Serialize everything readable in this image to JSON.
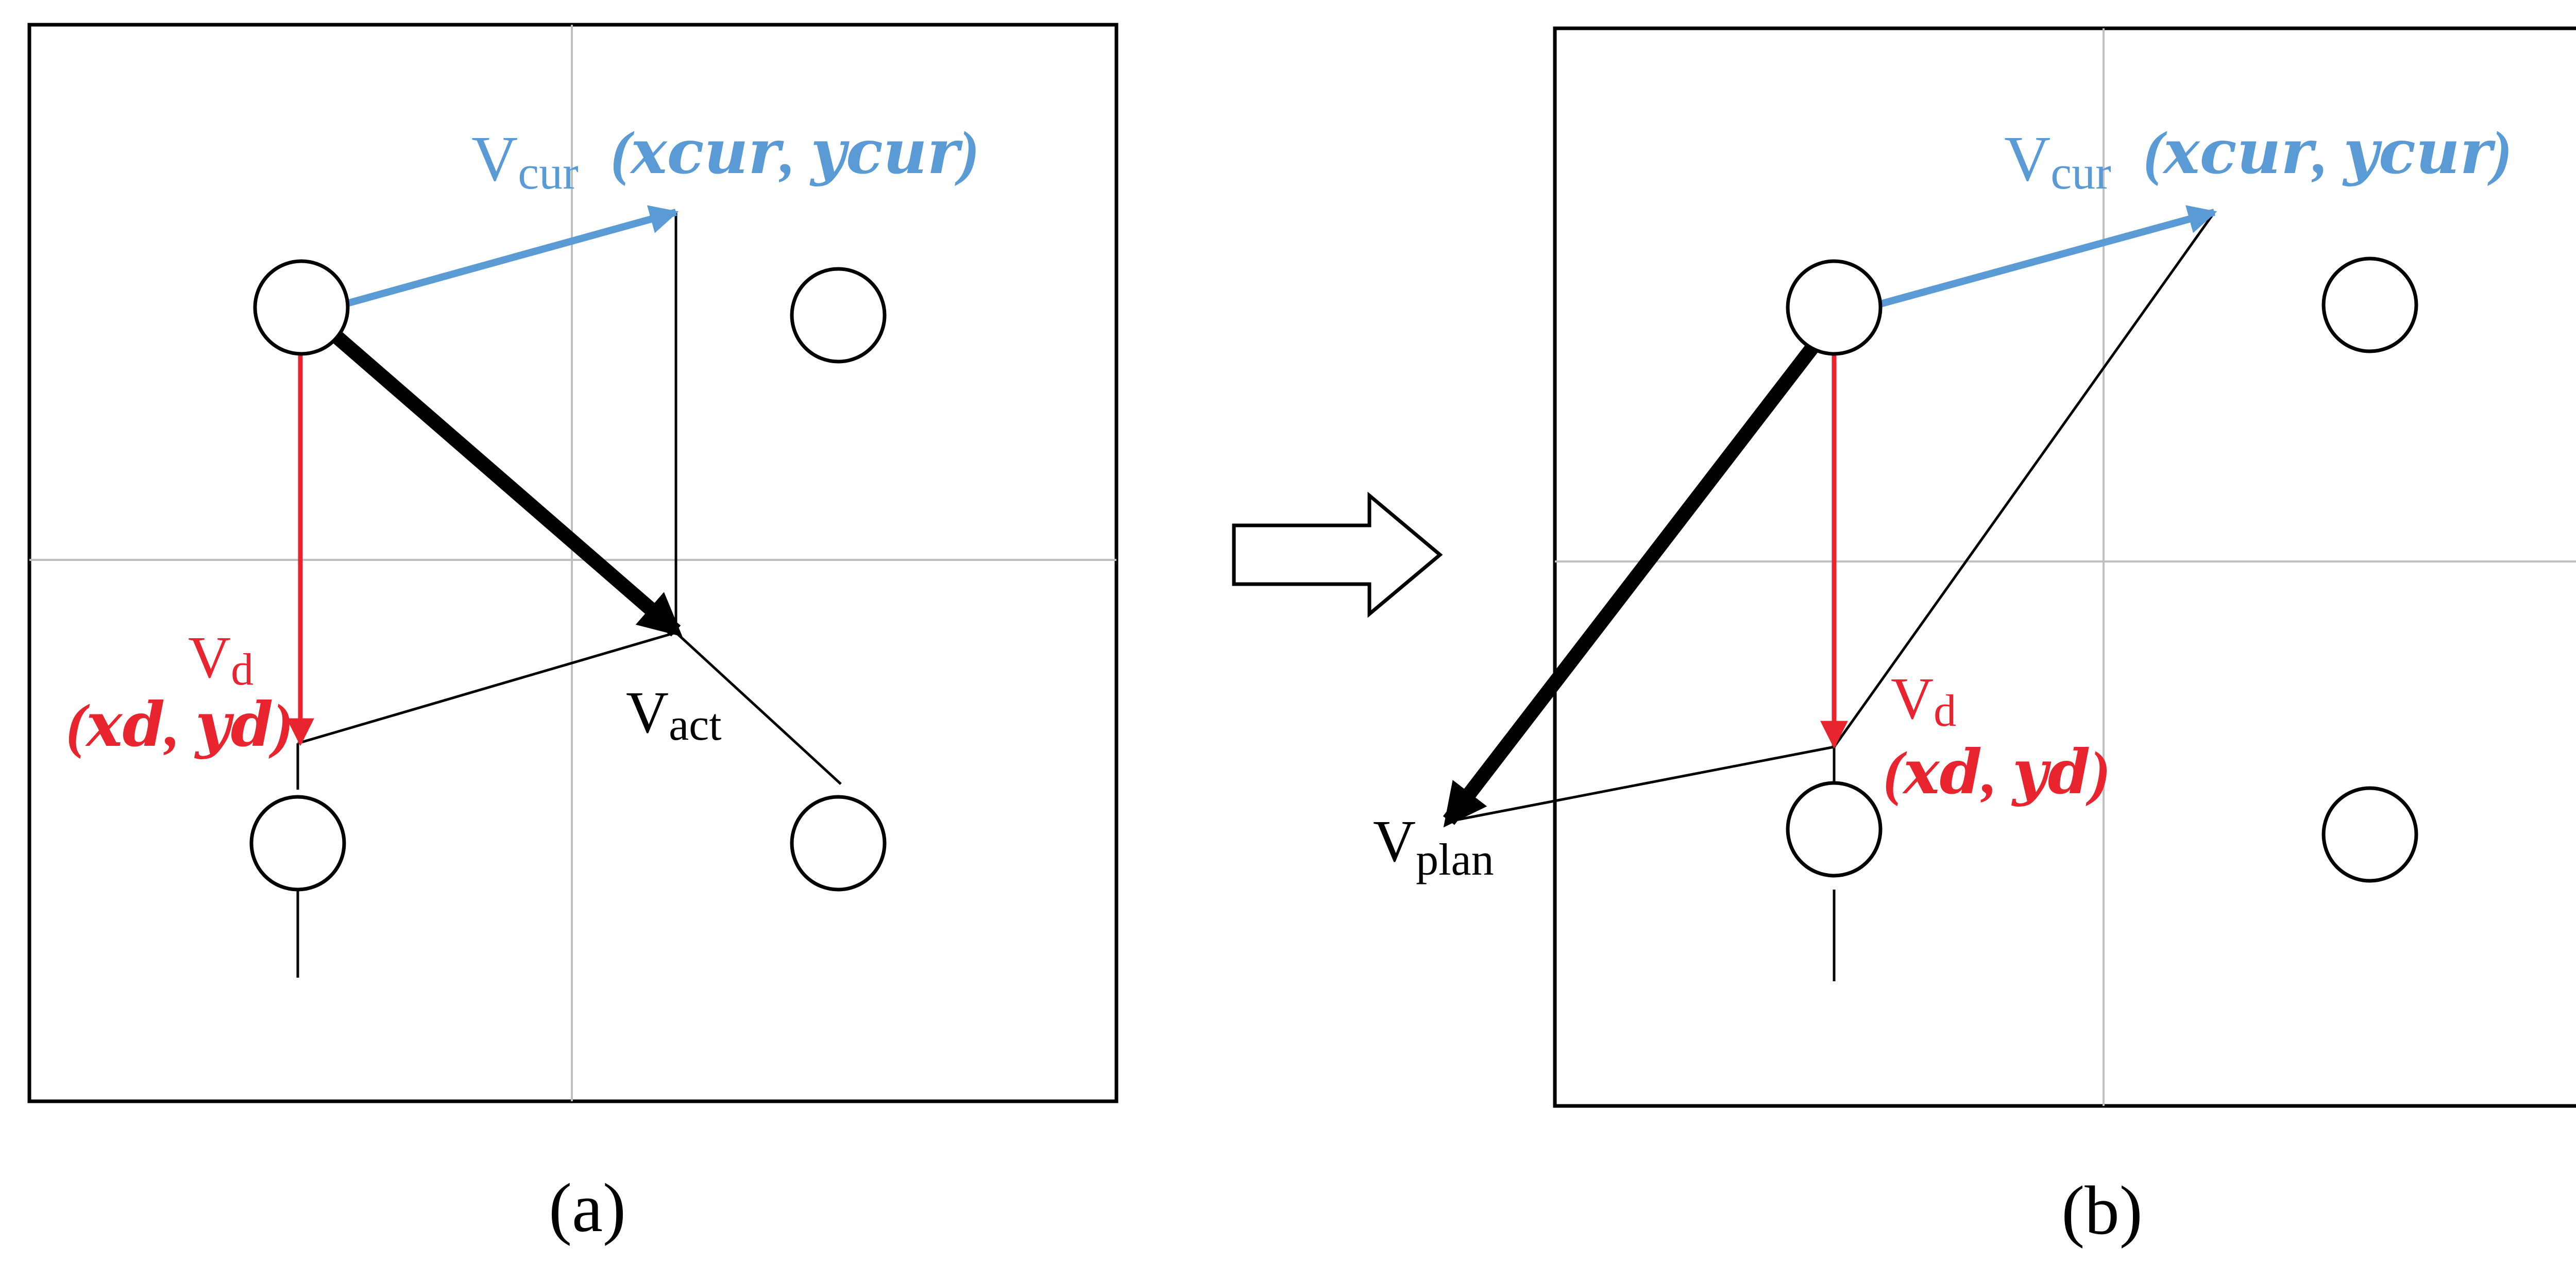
{
  "colors": {
    "blue": "#5b9bd5",
    "red": "#e8242e",
    "black": "#000000",
    "grid": "#bfbfbf"
  },
  "transition_arrow": "right-outline-arrow",
  "panel_a": {
    "caption": "(a)",
    "v_cur": {
      "sym": "V",
      "sub": "cur",
      "coord": "(𝒙𝒄𝒖𝒓, 𝒚𝒄𝒖𝒓)"
    },
    "v_d": {
      "sym": "V",
      "sub": "d",
      "coord": "(𝒙𝒅, 𝒚𝒅)"
    },
    "v_act": {
      "sym": "V",
      "sub": "act"
    }
  },
  "panel_b": {
    "caption": "(b)",
    "v_cur": {
      "sym": "V",
      "sub": "cur",
      "coord": "(𝒙𝒄𝒖𝒓, 𝒚𝒄𝒖𝒓)"
    },
    "v_d": {
      "sym": "V",
      "sub": "d",
      "coord": "(𝒙𝒅, 𝒚𝒅)"
    },
    "v_plan": {
      "sym": "V",
      "sub": "plan"
    }
  }
}
